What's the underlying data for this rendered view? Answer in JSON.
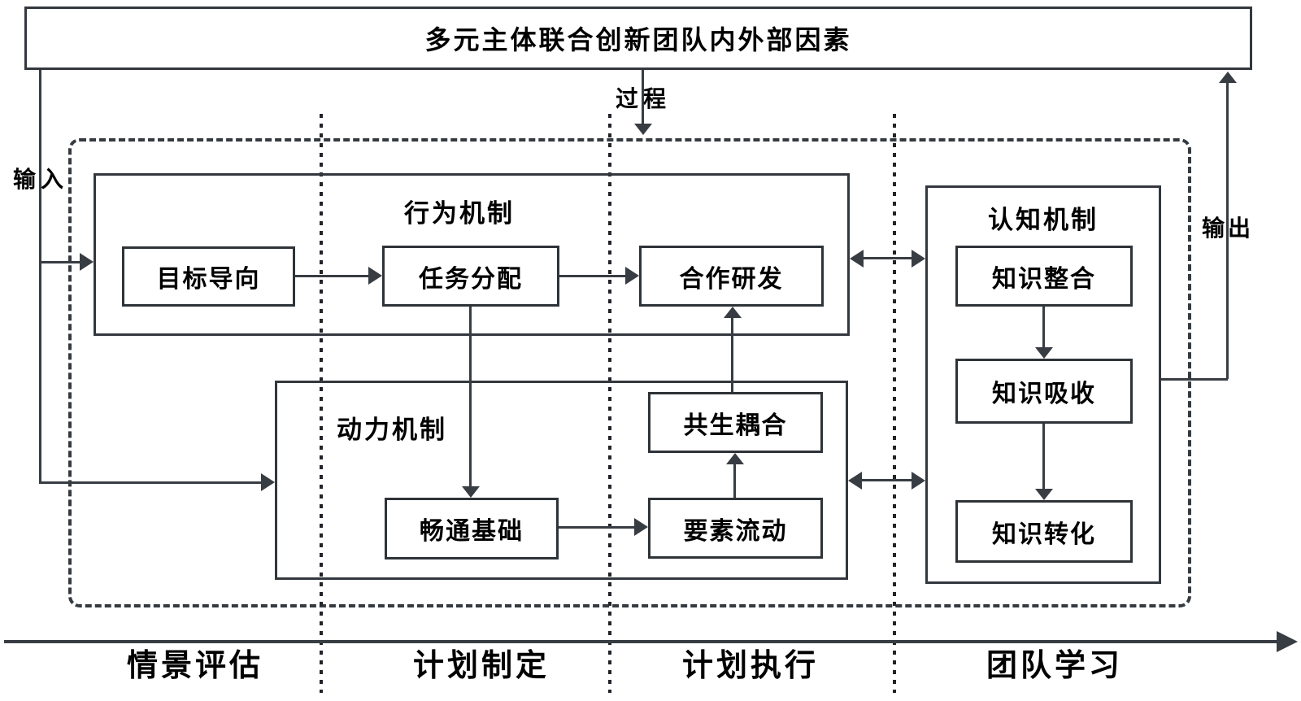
{
  "diagram": {
    "banner": "多元主体联合创新团队内外部因素",
    "labels": {
      "process": "过程",
      "input": "输入",
      "output": "输出"
    },
    "mechanisms": {
      "behavior": {
        "title": "行为机制",
        "goal": "目标导向",
        "task": "任务分配",
        "coop": "合作研发"
      },
      "dynamic": {
        "title": "动力机制",
        "foundation": "畅通基础",
        "coupling": "共生耦合",
        "flow": "要素流动"
      },
      "cognitive": {
        "title": "认知机制",
        "integration": "知识整合",
        "absorption": "知识吸收",
        "transformation": "知识转化"
      }
    },
    "axis": {
      "phases": [
        "情景评估",
        "计划制定",
        "计划执行",
        "团队学习"
      ]
    },
    "colors": {
      "stroke": "#33383e",
      "dots": "#212429",
      "text": "#000000",
      "background": "#ffffff"
    }
  }
}
